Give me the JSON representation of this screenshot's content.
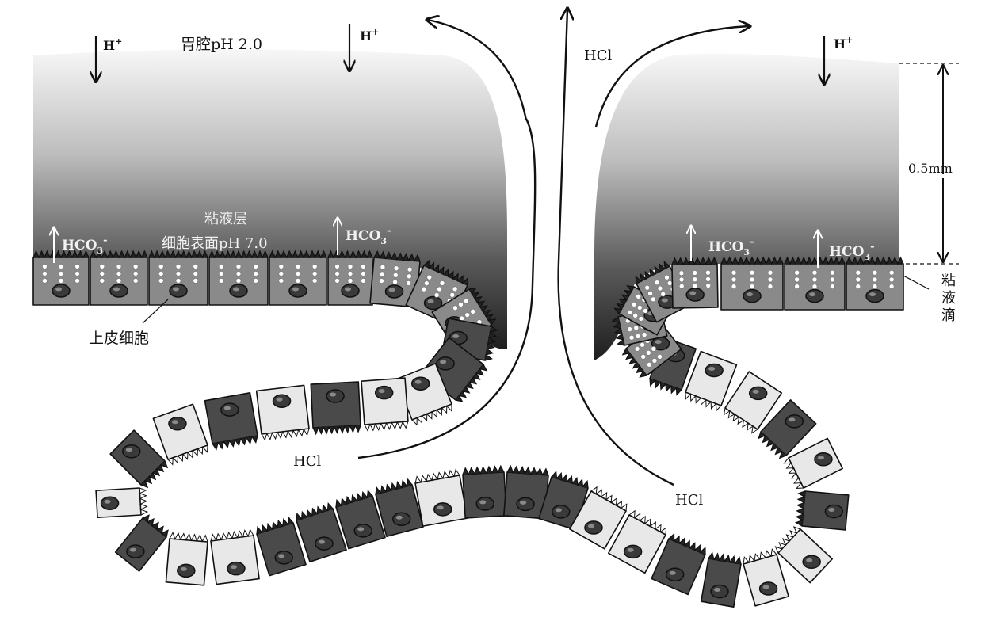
{
  "labels": {
    "stomach_ph": "胃腔pH 2.0",
    "mucus_layer": "粘液层",
    "cell_surface_ph": "细胞表面pH 7.0",
    "epithelial_cell": "上皮细胞",
    "mucus_droplet": [
      "粘",
      "液",
      "滴"
    ],
    "thickness": "0.5mm",
    "hcl": "HCl",
    "h_plus": "H",
    "h_plus_sup": "+",
    "bicarb_main": "HCO",
    "bicarb_sub": "3",
    "bicarb_sup": "-"
  },
  "colors": {
    "mucus_top": "#f7f7f7",
    "mucus_bottom": "#1a1a1a",
    "dark_cell": "#4a4a4a",
    "medium_cell": "#8a8a8a",
    "light_cell": "#e8e8e8",
    "nucleus": "#3a3a3a",
    "outline": "#111111"
  }
}
